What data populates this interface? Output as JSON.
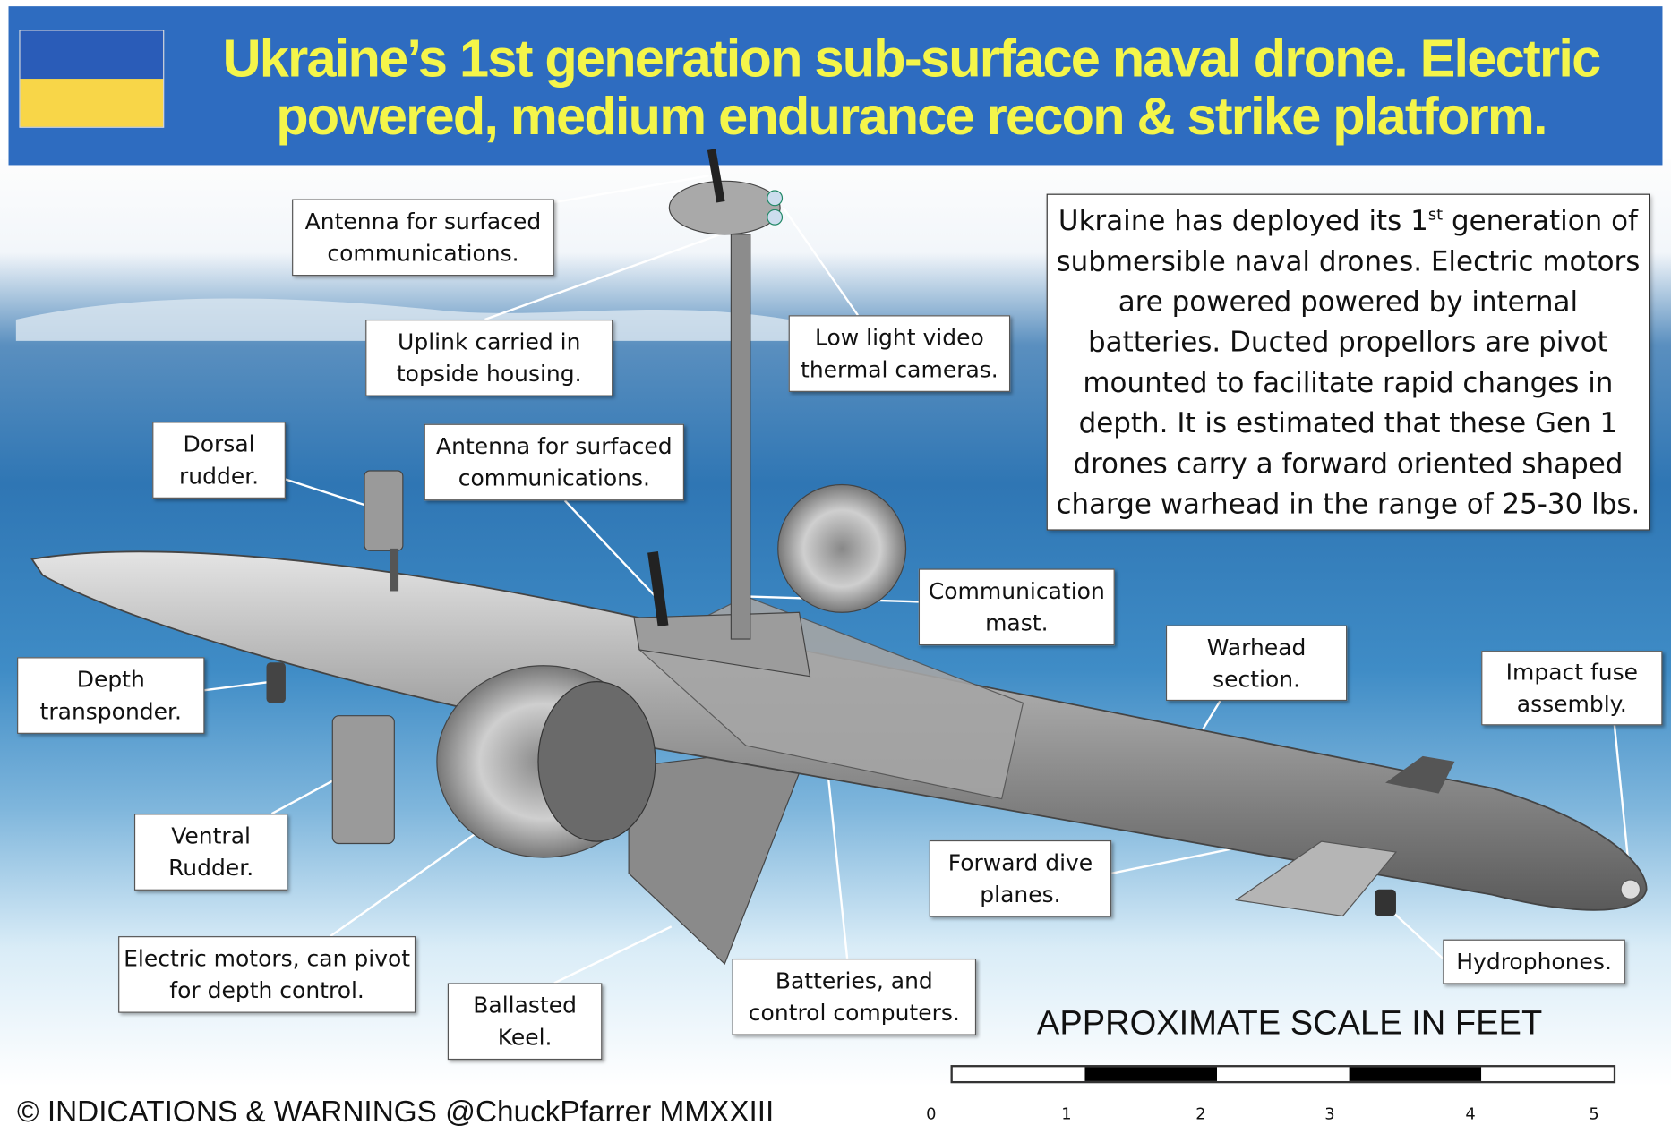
{
  "header": {
    "title": "Ukraine’s 1st generation sub-surface naval drone. Electric powered, medium endurance recon & strike platform.",
    "flag_colors": [
      "#2a5cb8",
      "#f8d648"
    ]
  },
  "info": {
    "pre": "Ukraine has deployed its 1",
    "sup": "st",
    "post": " generation of submersible naval drones. Electric motors are powered powered by internal batteries. Ducted propellors are pivot mounted to facilitate rapid changes in depth. It is estimated that these Gen 1 drones carry a forward oriented  shaped charge warhead in the range of 25-30 lbs."
  },
  "labels": {
    "antenna_top": "Antenna for surfaced communications.",
    "uplink": "Uplink carried in topside housing.",
    "cameras": "Low light video thermal cameras.",
    "dorsal": "Dorsal rudder.",
    "antenna_hull": "Antenna for surfaced communications.",
    "mast": "Communication mast.",
    "depth": "Depth transponder.",
    "warhead": "Warhead section.",
    "fuse": "Impact fuse assembly.",
    "ventral": "Ventral Rudder.",
    "dive": "Forward dive planes.",
    "motors": "Electric motors, can pivot for depth control.",
    "keel": "Ballasted Keel.",
    "batteries": "Batteries, and control computers.",
    "hydro": "Hydrophones."
  },
  "scale": {
    "title": "APPROXIMATE SCALE IN FEET",
    "ticks": [
      "0",
      "1",
      "2",
      "3",
      "4",
      "5"
    ]
  },
  "copyright": "© INDICATIONS & WARNINGS @ChuckPfarrer MMXXIII"
}
